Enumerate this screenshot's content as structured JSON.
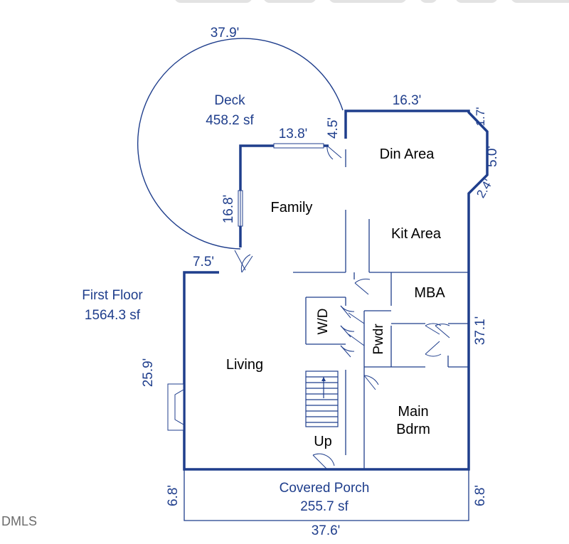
{
  "floor_summary": {
    "name": "First Floor",
    "area": "1564.3 sf"
  },
  "deck": {
    "name": "Deck",
    "area": "458.2 sf",
    "arc": "37.9'"
  },
  "porch": {
    "name": "Covered Porch",
    "area": "255.7 sf"
  },
  "rooms": {
    "family": "Family",
    "din_area": "Din Area",
    "kit_area": "Kit Area",
    "mba": "MBA",
    "wd": "W/D",
    "pwdr": "Pwdr",
    "living": "Living",
    "main_bdrm_line1": "Main",
    "main_bdrm_line2": "Bdrm",
    "stair_up": "Up"
  },
  "dimensions": {
    "top_right": "16.3'",
    "top_family": "13.8'",
    "deck_step": "4.5'",
    "family_left": "16.8'",
    "deck_bottom": "7.5'",
    "corner_a": "1.7'",
    "corner_b": "5.0'",
    "corner_c": "2.4'",
    "right_side": "37.1'",
    "left_side": "25.9'",
    "porch_left": "6.8'",
    "porch_right": "6.8'",
    "bottom": "37.6'"
  },
  "watermark": "DMLS",
  "colors": {
    "wall": "#1f3e8c",
    "label": "#1f3e8c",
    "room_text": "#000000",
    "thin_line": "#1f3e8c"
  }
}
